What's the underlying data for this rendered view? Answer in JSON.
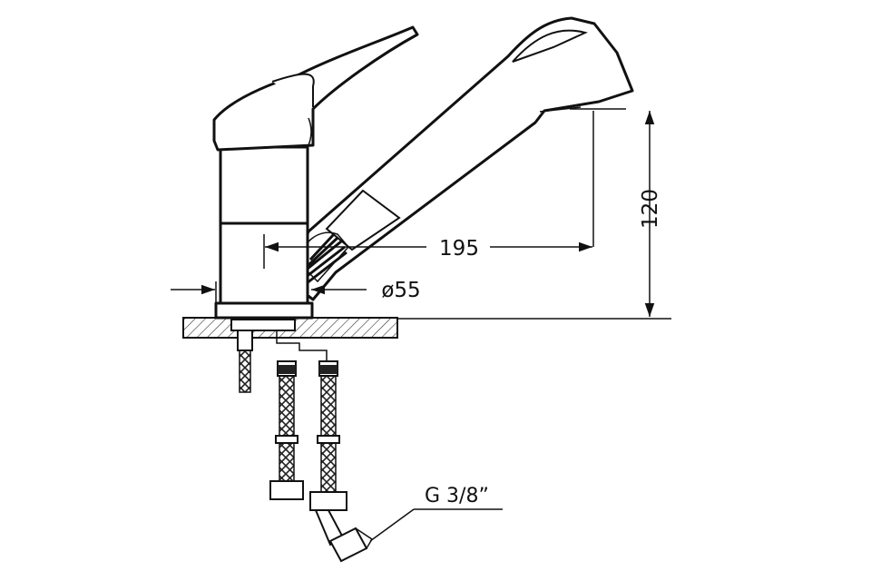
{
  "dimensions": {
    "spout_reach": "195",
    "spout_height": "120",
    "base_diameter": "ø55"
  },
  "callout": {
    "connector_thread": "G 3/8”"
  }
}
